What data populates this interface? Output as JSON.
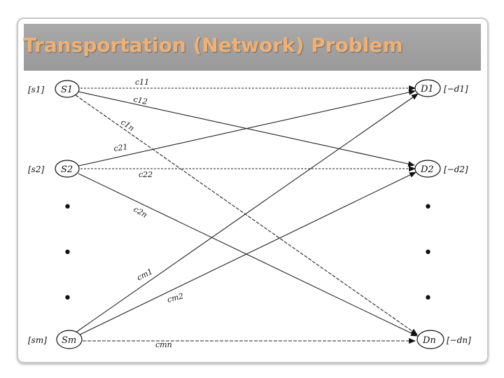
{
  "slide": {
    "title": "Transportation (Network) Problem"
  },
  "diagram": {
    "sources": [
      {
        "id": "s1",
        "label": "S1",
        "supply": "[s1]"
      },
      {
        "id": "s2",
        "label": "S2",
        "supply": "[s2]"
      },
      {
        "id": "sm",
        "label": "Sm",
        "supply": "[sm]"
      }
    ],
    "destinations": [
      {
        "id": "d1",
        "label": "D1",
        "demand": "[−d1]"
      },
      {
        "id": "d2",
        "label": "D2",
        "demand": "[−d2]"
      },
      {
        "id": "dn",
        "label": "Dn",
        "demand": "[−dn]"
      }
    ],
    "arcs": [
      {
        "from": "s1",
        "to": "d1",
        "label": "c11"
      },
      {
        "from": "s1",
        "to": "d2",
        "label": "c12"
      },
      {
        "from": "s1",
        "to": "dn",
        "label": "c1n"
      },
      {
        "from": "s2",
        "to": "d1",
        "label": "c21"
      },
      {
        "from": "s2",
        "to": "d2",
        "label": "c22"
      },
      {
        "from": "s2",
        "to": "dn",
        "label": "c2n"
      },
      {
        "from": "sm",
        "to": "d1",
        "label": "cm1"
      },
      {
        "from": "sm",
        "to": "d2",
        "label": "cm2"
      },
      {
        "from": "sm",
        "to": "dn",
        "label": "cmn"
      }
    ],
    "ellipsis_marker": "•"
  }
}
